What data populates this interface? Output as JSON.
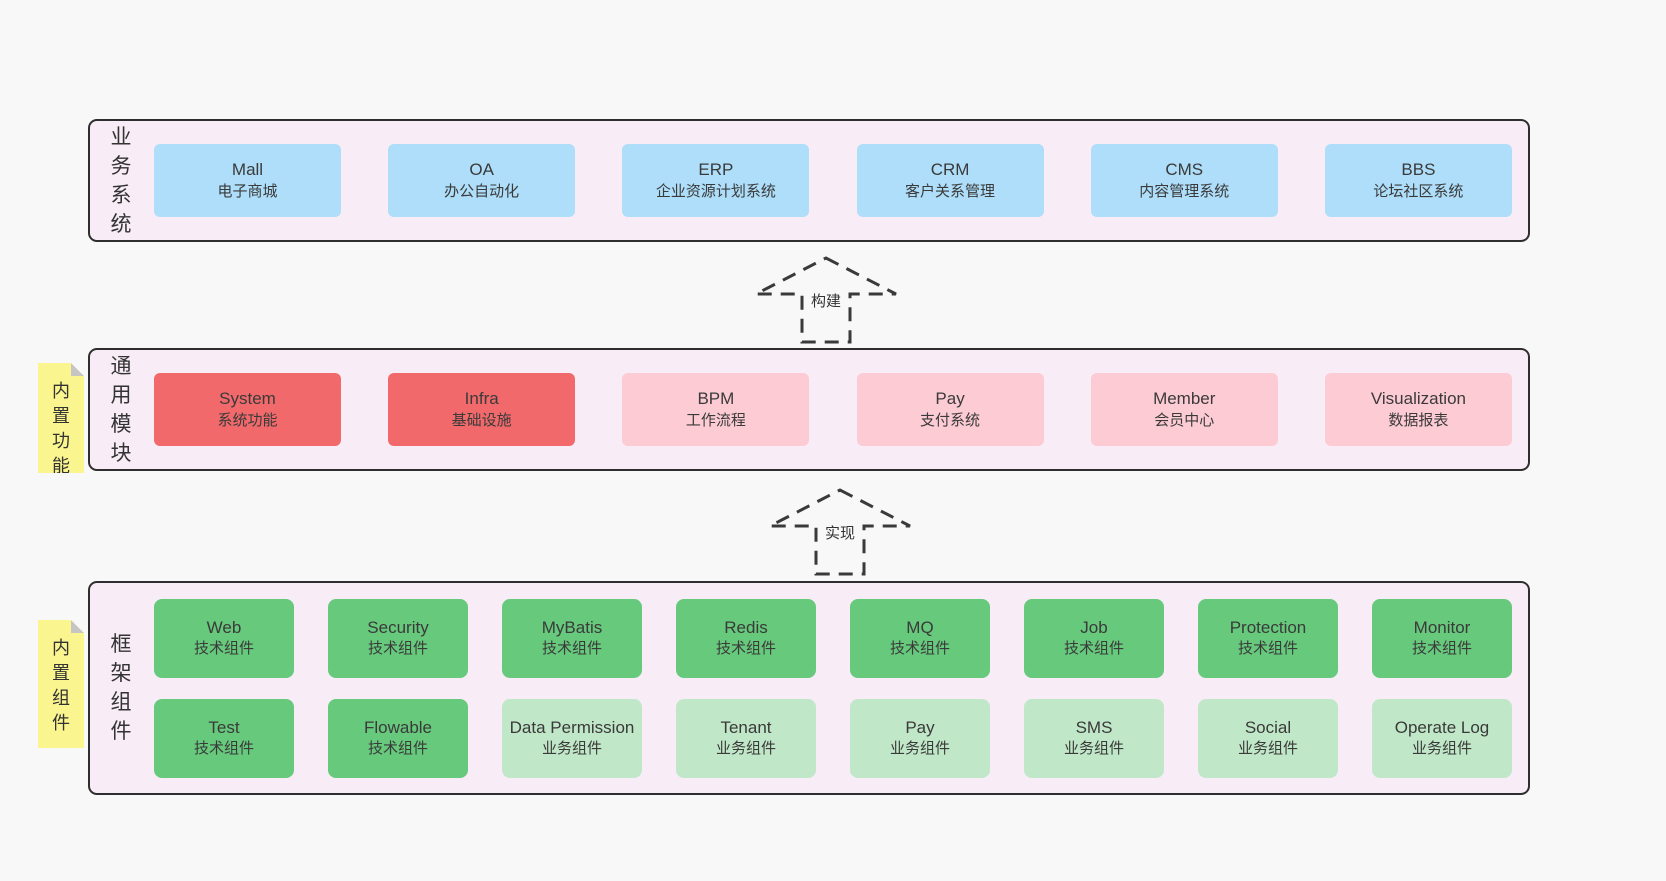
{
  "colors": {
    "page-bg": "#f8f8f8",
    "panel-bg": "#f8edf6",
    "panel-border": "#2e2e2e",
    "blue": "#aedef9",
    "red": "#f1696b",
    "pink": "#fccbd4",
    "green": "#66c97c",
    "green-light": "#c0e7c7",
    "sticky": "#faf58f",
    "sticky-fold": "#c5c5c5",
    "text": "#3a3a3a"
  },
  "arrows": [
    {
      "label": "构建"
    },
    {
      "label": "实现"
    }
  ],
  "sections": [
    {
      "label": "业务系统",
      "boxes": [
        {
          "name": "Mall",
          "desc": "电子商城",
          "variant": "blue"
        },
        {
          "name": "OA",
          "desc": "办公自动化",
          "variant": "blue"
        },
        {
          "name": "ERP",
          "desc": "企业资源计划系统",
          "variant": "blue"
        },
        {
          "name": "CRM",
          "desc": "客户关系管理",
          "variant": "blue"
        },
        {
          "name": "CMS",
          "desc": "内容管理系统",
          "variant": "blue"
        },
        {
          "name": "BBS",
          "desc": "论坛社区系统",
          "variant": "blue"
        }
      ]
    },
    {
      "label": "通用模块",
      "sticky": "内置功能",
      "boxes": [
        {
          "name": "System",
          "desc": "系统功能",
          "variant": "red"
        },
        {
          "name": "Infra",
          "desc": "基础设施",
          "variant": "red"
        },
        {
          "name": "BPM",
          "desc": "工作流程",
          "variant": "pink"
        },
        {
          "name": "Pay",
          "desc": "支付系统",
          "variant": "pink"
        },
        {
          "name": "Member",
          "desc": "会员中心",
          "variant": "pink"
        },
        {
          "name": "Visualization",
          "desc": "数据报表",
          "variant": "pink"
        }
      ]
    },
    {
      "label": "框架组件",
      "sticky": "内置组件",
      "rows": [
        [
          {
            "name": "Web",
            "desc": "技术组件",
            "variant": "green"
          },
          {
            "name": "Security",
            "desc": "技术组件",
            "variant": "green"
          },
          {
            "name": "MyBatis",
            "desc": "技术组件",
            "variant": "green"
          },
          {
            "name": "Redis",
            "desc": "技术组件",
            "variant": "green"
          },
          {
            "name": "MQ",
            "desc": "技术组件",
            "variant": "green"
          },
          {
            "name": "Job",
            "desc": "技术组件",
            "variant": "green"
          },
          {
            "name": "Protection",
            "desc": "技术组件",
            "variant": "green"
          },
          {
            "name": "Monitor",
            "desc": "技术组件",
            "variant": "green"
          }
        ],
        [
          {
            "name": "Test",
            "desc": "技术组件",
            "variant": "green"
          },
          {
            "name": "Flowable",
            "desc": "技术组件",
            "variant": "green"
          },
          {
            "name": "Data Permission",
            "desc": "业务组件",
            "variant": "green-light"
          },
          {
            "name": "Tenant",
            "desc": "业务组件",
            "variant": "green-light"
          },
          {
            "name": "Pay",
            "desc": "业务组件",
            "variant": "green-light"
          },
          {
            "name": "SMS",
            "desc": "业务组件",
            "variant": "green-light"
          },
          {
            "name": "Social",
            "desc": "业务组件",
            "variant": "green-light"
          },
          {
            "name": "Operate Log",
            "desc": "业务组件",
            "variant": "green-light"
          }
        ]
      ]
    }
  ]
}
